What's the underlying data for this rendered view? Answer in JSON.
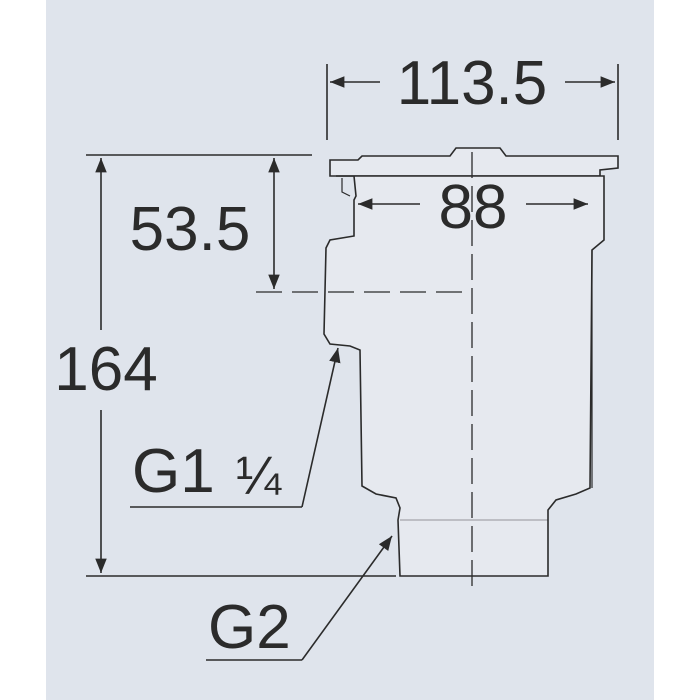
{
  "diagram": {
    "dimensions": {
      "top_width": "113.5",
      "inner_width": "88",
      "upper_height": "53.5",
      "total_height": "164"
    },
    "thread_labels": {
      "upper": "G1",
      "upper_fraction": "¼",
      "lower": "G2"
    },
    "colors": {
      "background": "#dfe4ec",
      "line": "#2b2b2b",
      "body_fill": "#e6e9ef"
    }
  }
}
